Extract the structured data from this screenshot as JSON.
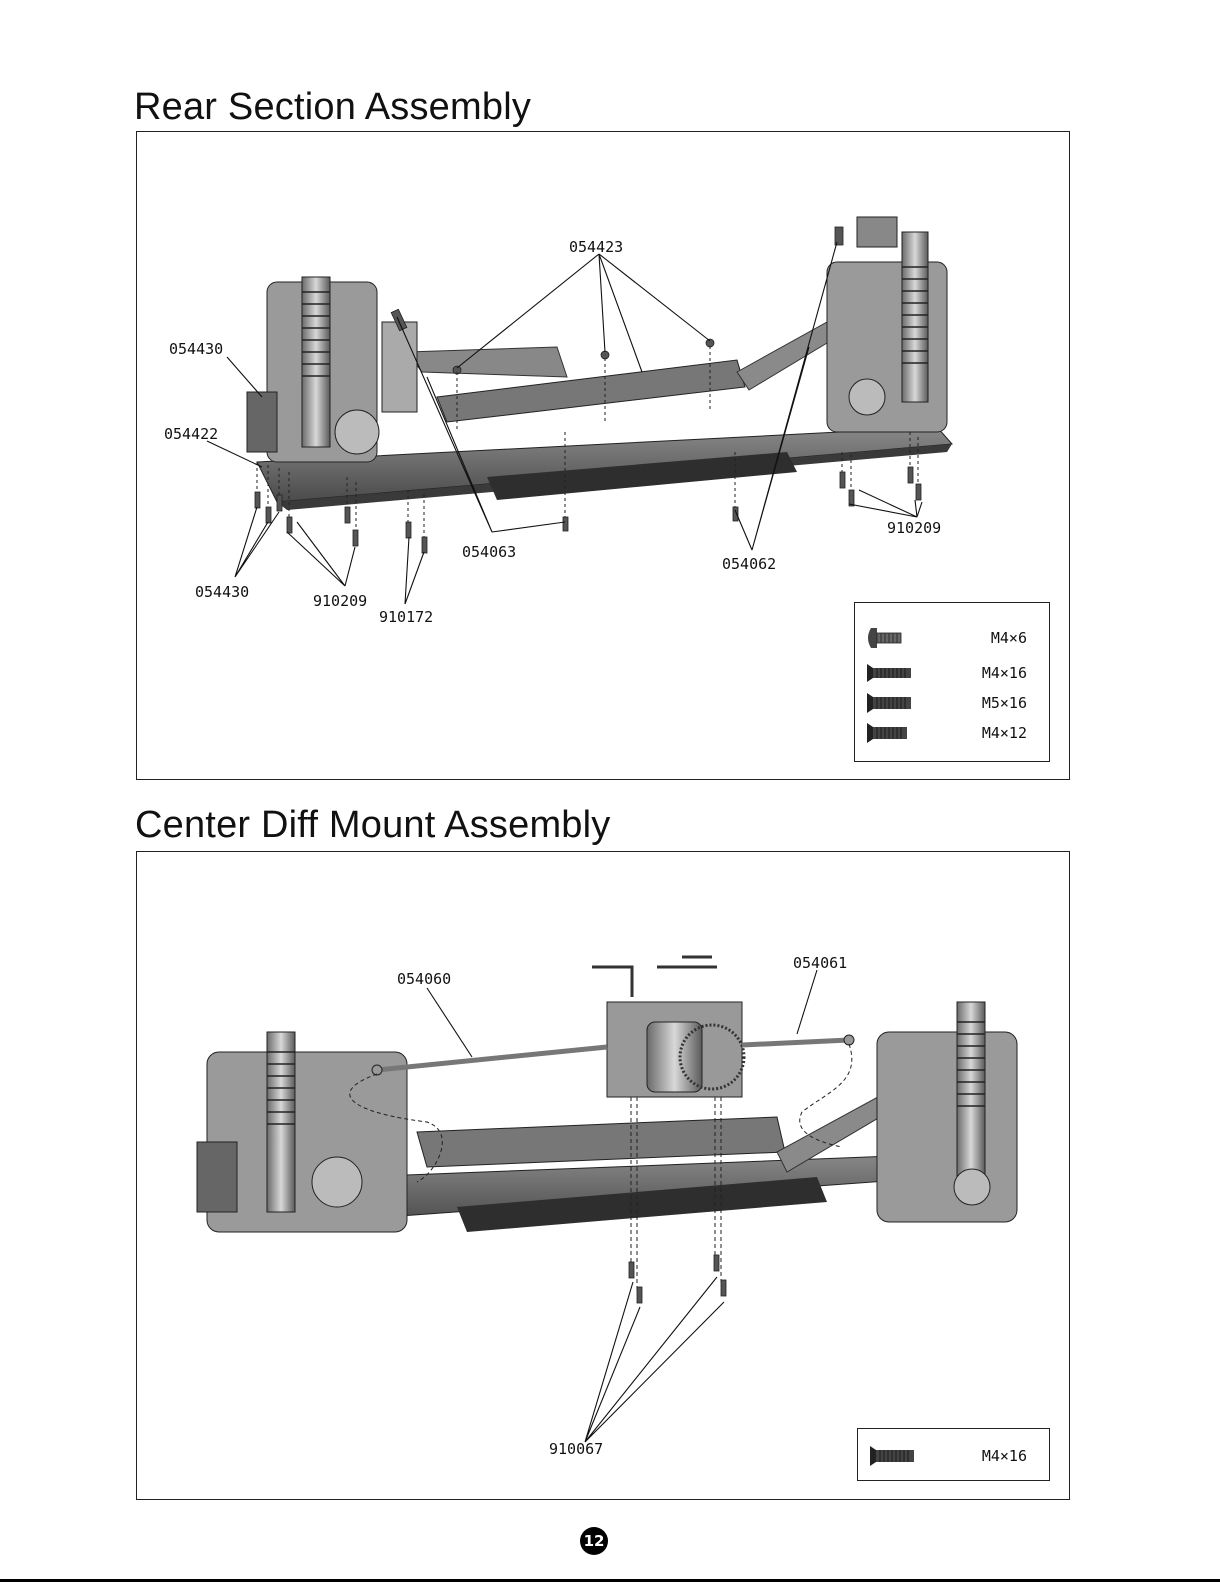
{
  "sections": [
    {
      "title": "Rear Section Assembly",
      "callouts": [
        "054423",
        "054430",
        "054422",
        "054430",
        "910209",
        "910172",
        "054063",
        "054062",
        "910209"
      ],
      "legend": [
        {
          "icon": "button-head-screw-icon",
          "size": "M4×6"
        },
        {
          "icon": "flat-head-screw-icon",
          "size": "M4×16"
        },
        {
          "icon": "flat-head-screw-icon",
          "size": "M5×16"
        },
        {
          "icon": "flat-head-screw-icon",
          "size": "M4×12"
        }
      ]
    },
    {
      "title": "Center Diff Mount Assembly",
      "callouts": [
        "054060",
        "054061",
        "910067"
      ],
      "legend": [
        {
          "icon": "flat-head-screw-icon",
          "size": "M4×16"
        }
      ]
    }
  ],
  "page_number": "12"
}
